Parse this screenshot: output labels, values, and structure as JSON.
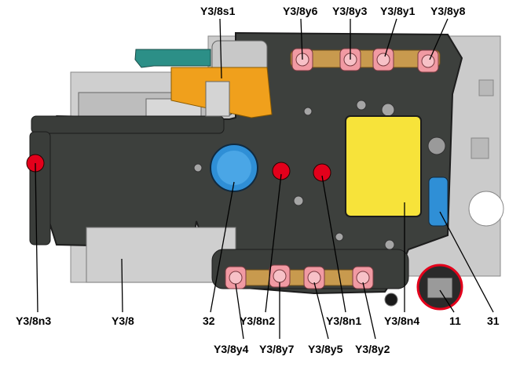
{
  "labels": {
    "y3_8s1": "Y3/8s1",
    "y3_8y6": "Y3/8y6",
    "y3_8y3": "Y3/8y3",
    "y3_8y1": "Y3/8y1",
    "y3_8y8": "Y3/8y8",
    "y3_8n3": "Y3/8n3",
    "y3_8": "Y3/8",
    "n32": "32",
    "y3_8n2": "Y3/8n2",
    "y3_8n1": "Y3/8n1",
    "y3_8n4": "Y3/8n4",
    "n11": "11",
    "n31": "31",
    "y3_8y4": "Y3/8y4",
    "y3_8y7": "Y3/8y7",
    "y3_8y5": "Y3/8y5",
    "y3_8y2": "Y3/8y2"
  },
  "colors": {
    "plate": "#c9c9c9",
    "body": "#3c3f3c",
    "solenoid": "#f19aa3",
    "connector": "#c89a4e",
    "orange_part": "#f0a01c",
    "yellow_module": "#f7e33a",
    "blue_sensor": "#2f8fd6",
    "red_sensor": "#e3001b",
    "teal_tab": "#2c8f87"
  }
}
